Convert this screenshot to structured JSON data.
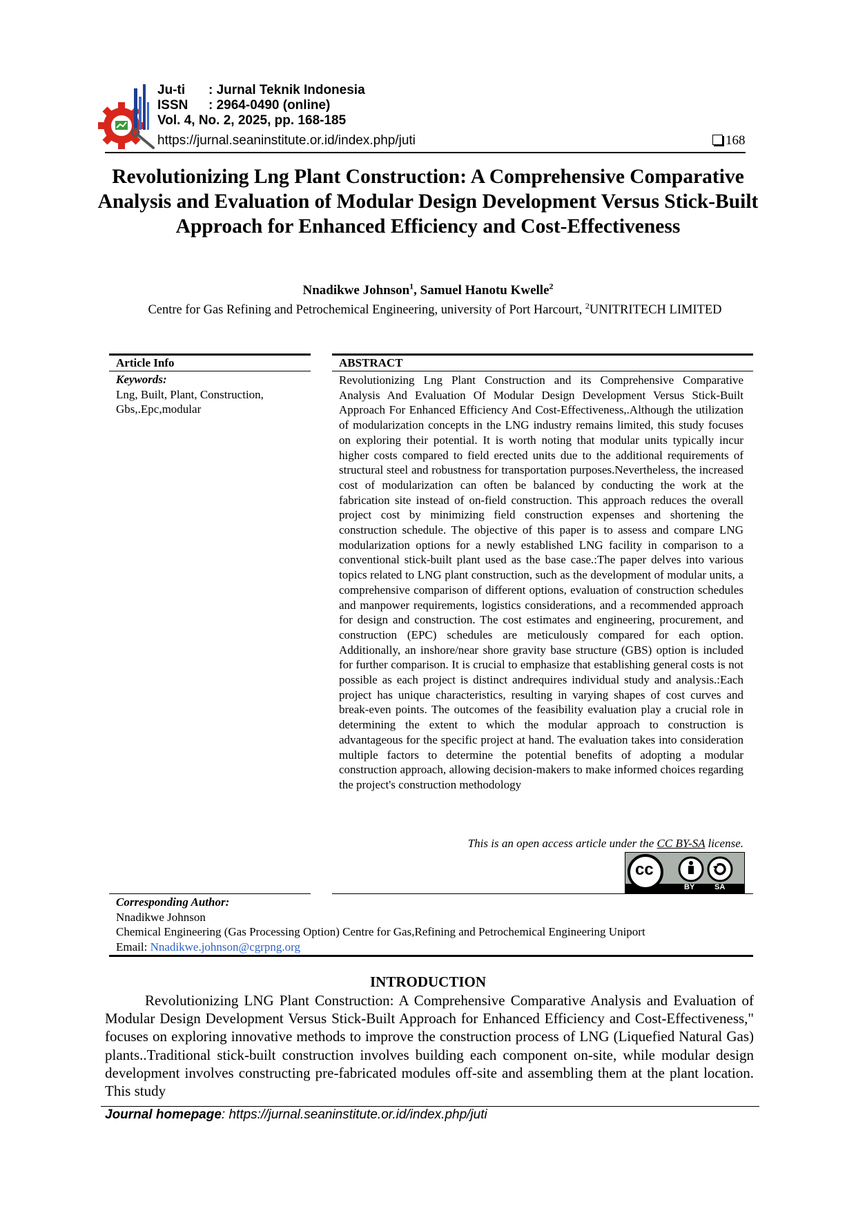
{
  "header": {
    "rows": [
      {
        "key": "Ju-ti",
        "value": ": Jurnal Teknik Indonesia"
      },
      {
        "key": "ISSN",
        "value": ": 2964-0490 (online)"
      }
    ],
    "volume": "Vol. 4, No. 2, 2025, pp. 168-185",
    "url": "https://jurnal.seaninstitute.or.id/index.php/juti",
    "page_number": "168"
  },
  "title": "Revolutionizing Lng Plant Construction: A Comprehensive Comparative Analysis and Evaluation of Modular Design Development Versus Stick-Built Approach for Enhanced Efficiency and Cost-Effectiveness",
  "authors": {
    "a1": "Nnadikwe Johnson",
    "a1_sup": "1",
    "sep": ", ",
    "a2": "Samuel Hanotu Kwelle",
    "a2_sup": "2"
  },
  "affiliation": {
    "part1": "Centre for Gas Refining and Petrochemical Engineering, university of Port Harcourt, ",
    "sup": "2",
    "part2": "UNITRITECH LIMITED"
  },
  "article_info": {
    "label": "Article Info",
    "keywords_label": "Keywords:",
    "keywords": "Lng, Built, Plant, Construction, Gbs,.Epc,modular"
  },
  "abstract": {
    "label": "ABSTRACT",
    "text": "Revolutionizing Lng Plant Construction and its Comprehensive Comparative Analysis And Evaluation Of Modular Design Development Versus Stick-Built Approach For Enhanced Efficiency And Cost-Effectiveness,.Although the utilization of modularization concepts in the LNG industry remains limited, this study focuses on exploring their potential. It is worth noting that modular units typically incur higher costs compared to field erected units due to the additional requirements of structural steel and robustness for transportation purposes.Nevertheless, the increased cost of modularization can often be balanced by conducting the work at the fabrication site instead of on-field construction. This approach reduces the overall project cost by minimizing field construction expenses and shortening the construction schedule. The objective of this paper is to assess and compare LNG modularization options for a newly established LNG facility in comparison to a conventional stick-built plant used as the base case.:The paper delves into various topics related to LNG plant construction, such as the development of modular units, a comprehensive comparison of different options, evaluation of construction schedules and manpower requirements, logistics considerations, and a recommended approach for design and construction. The cost estimates and engineering, procurement, and construction (EPC) schedules are meticulously compared for each option. Additionally, an inshore/near shore gravity base structure (GBS) option is included for further comparison. It is crucial to emphasize that establishing general costs is not possible as each project is distinct andrequires individual study and analysis.:Each project has unique characteristics, resulting in varying shapes of cost curves and break-even points. The outcomes of the feasibility evaluation play a crucial role in determining the extent to which the modular approach to construction is advantageous for the specific project at hand. The evaluation takes into consideration multiple factors to determine the potential benefits of adopting a modular construction approach, allowing decision-makers to make informed choices regarding the project's construction methodology",
    "open_access_pre": "This is an open access article under the ",
    "license_link": "CC BY-SA",
    "open_access_post": " license.",
    "badge": {
      "cc": "cc",
      "by": "BY",
      "sa": "SA"
    }
  },
  "corresponding": {
    "label": "Corresponding Author:",
    "name": "Nnadikwe Johnson",
    "dept": "Chemical Engineering (Gas Processing Option) Centre for Gas,Refining and Petrochemical Engineering Uniport",
    "email_label": "Email: ",
    "email": "Nnadikwe.johnson@cgrpng.org"
  },
  "introduction": {
    "heading": "INTRODUCTION",
    "text": "Revolutionizing LNG Plant Construction: A Comprehensive Comparative Analysis and Evaluation of Modular Design Development Versus Stick-Built Approach for Enhanced Efficiency and Cost-Effectiveness,\" focuses on exploring innovative methods to improve the construction process of LNG (Liquefied Natural Gas) plants..Traditional stick-built construction involves building each component on-site, while modular design development involves constructing pre-fabricated modules off-site and assembling them at the plant location. This study"
  },
  "footer": {
    "label": "Journal homepage",
    "url": ": https://jurnal.seaninstitute.or.id/index.php/juti"
  },
  "colors": {
    "link": "#2b62c8",
    "logo_red": "#d8261c",
    "logo_green": "#3a9a3a"
  },
  "icons": [
    "journal-logo-icon",
    "page-box-icon",
    "cc-by-sa-badge-icon"
  ]
}
